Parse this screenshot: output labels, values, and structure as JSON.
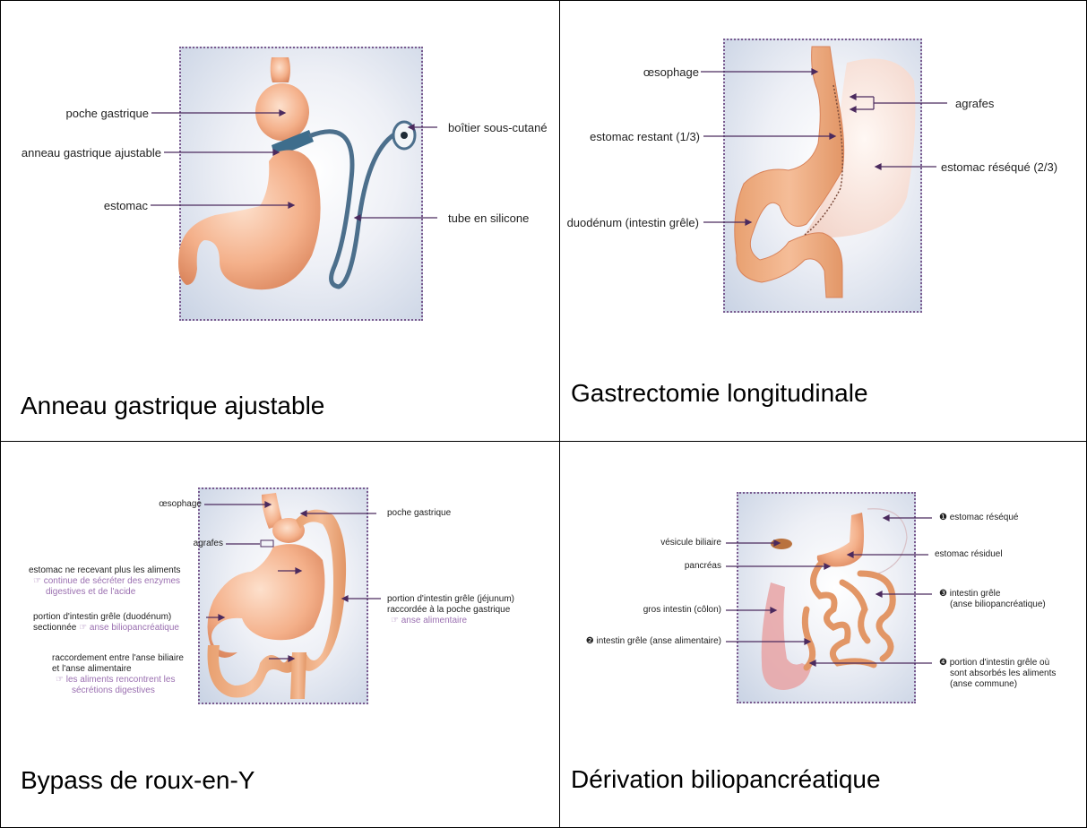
{
  "panels": {
    "anneau": {
      "caption": "Anneau gastrique ajustable",
      "labels": {
        "poche": "poche gastrique",
        "anneau": "anneau gastrique ajustable",
        "estomac": "estomac",
        "boitier": "boîtier sous-cutané",
        "tube": "tube en silicone"
      }
    },
    "gastrectomie": {
      "caption": "Gastrectomie longitudinale",
      "labels": {
        "oesophage": "œsophage",
        "agrafes": "agrafes",
        "restant": "estomac restant (1/3)",
        "reseque": "estomac réséqué (2/3)",
        "duodenum": "duodénum (intestin grêle)"
      }
    },
    "bypass": {
      "caption": "Bypass de roux-en-Y",
      "labels": {
        "oesophage": "œsophage",
        "poche": "poche gastrique",
        "agrafes": "agrafes",
        "estomac_line1": "estomac ne recevant plus les aliments",
        "estomac_note1": "☞ continue de sécréter des enzymes",
        "estomac_note2": "digestives et de l'acide",
        "duodenum_line1": "portion d'intestin grêle (duodénum)",
        "duodenum_line2": "sectionnée",
        "duodenum_note": "☞ anse biliopancréatique",
        "jejunum_line1": "portion d'intestin grêle (jéjunum)",
        "jejunum_line2": "raccordée à la poche gastrique",
        "jejunum_note": "☞ anse alimentaire",
        "raccord_line1": "raccordement entre l'anse biliaire",
        "raccord_line2": "et l'anse alimentaire",
        "raccord_note1": "☞ les aliments rencontrent les",
        "raccord_note2": "sécrétions digestives"
      }
    },
    "derivation": {
      "caption": "Dérivation biliopancréatique",
      "labels": {
        "reseque": "❶ estomac réséqué",
        "vesicule": "vésicule biliaire",
        "residuel": "estomac résiduel",
        "pancreas": "pancréas",
        "grele3_line1": "❸ intestin grêle",
        "grele3_line2": "(anse biliopancréatique)",
        "colon": "gros intestin (côlon)",
        "grele2": "❷ intestin grêle (anse alimentaire)",
        "portion_line1": "❹ portion d'intestin grêle où",
        "portion_line2": "sont absorbés les aliments",
        "portion_line3": "(anse commune)"
      }
    }
  },
  "colors": {
    "organ": "#f2b08c",
    "organ_dark": "#d9835a",
    "pointer_line": "#4b2a5e",
    "frame_dots": "#7a5b8f",
    "tube": "#4c6f8c",
    "note_purple": "#9a6fb0"
  }
}
